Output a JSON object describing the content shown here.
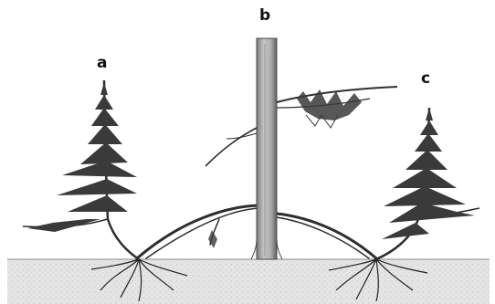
{
  "labels": {
    "a": "a",
    "b": "b",
    "c": "c"
  },
  "colors": {
    "ground": "#e4e4e4",
    "ground_texture": "#c9c9c9",
    "trunk": "#b8b8b8",
    "trunk_shade": "#6b6b6b",
    "branch": "#2e2e2e",
    "foliage": "#3a3a3a",
    "roots": "#222222"
  },
  "icons": {
    "tree_a": "layered-young-spruce",
    "tree_b": "mature-trunk",
    "tree_c": "layered-young-spruce"
  }
}
